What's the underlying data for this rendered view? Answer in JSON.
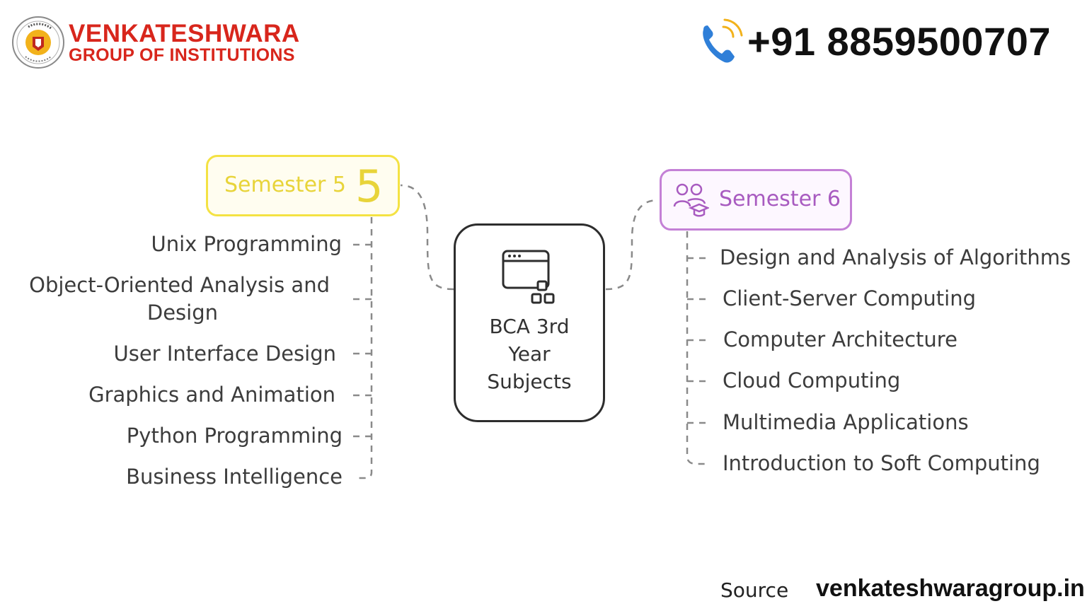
{
  "header": {
    "brand_line1": "VENKATESHWARA",
    "brand_line2": "GROUP OF INSTITUTIONS",
    "phone": "+91 8859500707",
    "logo_icon": "institution-seal-icon",
    "phone_icon": "phone-ringing-icon",
    "brand_color": "#d8261c"
  },
  "diagram": {
    "center": {
      "line1": "BCA 3rd",
      "line2": "Year",
      "line3": "Subjects",
      "icon": "app-window-blocks-icon"
    },
    "semester5": {
      "label": "Semester 5",
      "number": "5",
      "color": "#f4e243",
      "subjects": [
        {
          "label": "Unix Programming"
        },
        {
          "label": "Object-Oriented Analysis and"
        },
        {
          "label": "Design"
        },
        {
          "label": "User Interface Design"
        },
        {
          "label": "Graphics and Animation"
        },
        {
          "label": "Python Programming"
        },
        {
          "label": "Business Intelligence"
        }
      ]
    },
    "semester6": {
      "label": "Semester 6",
      "icon": "users-graduation-icon",
      "color": "#c480d6",
      "subjects": [
        {
          "label": "Design and Analysis of Algorithms"
        },
        {
          "label": "Client-Server Computing"
        },
        {
          "label": "Computer Architecture"
        },
        {
          "label": "Cloud Computing"
        },
        {
          "label": "Multimedia Applications"
        },
        {
          "label": "Introduction to Soft Computing"
        }
      ]
    }
  },
  "footer": {
    "source_label": "Source",
    "source_url": "venkateshwaragroup.in"
  }
}
